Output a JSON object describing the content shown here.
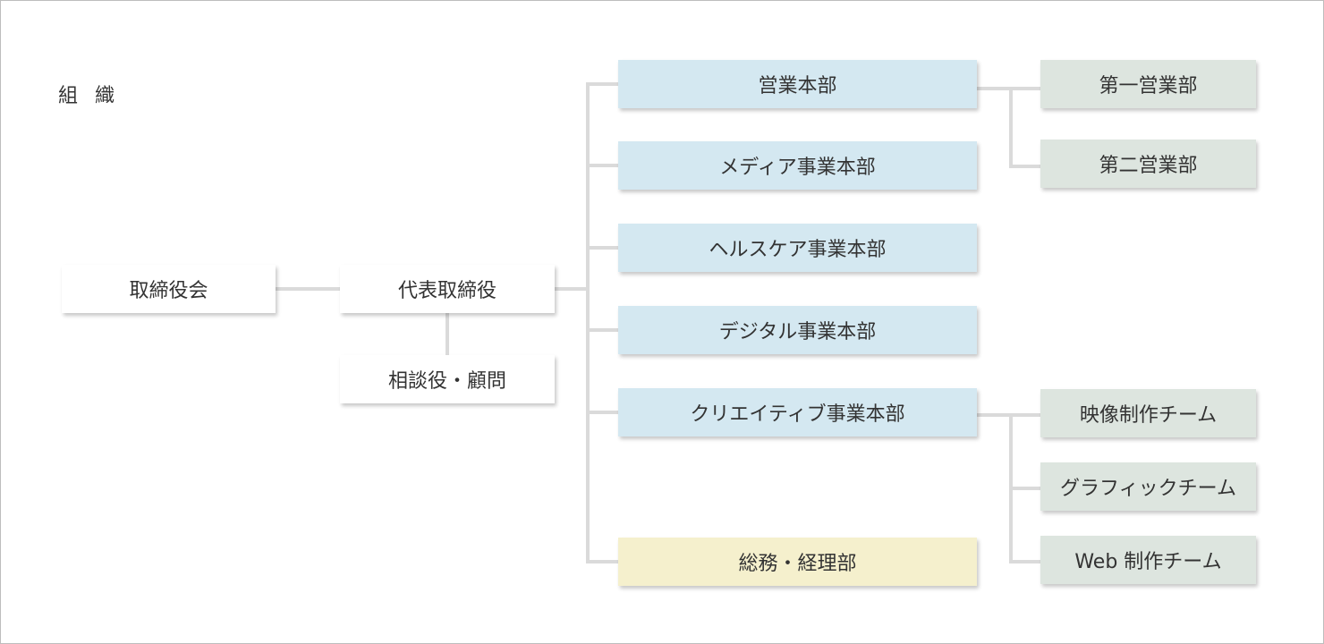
{
  "title": "組 織",
  "nodes": {
    "board": "取締役会",
    "ceo": "代表取締役",
    "advisor": "相談役・顧問",
    "sales_hq": "営業本部",
    "media_hq": "メディア事業本部",
    "healthcare_hq": "ヘルスケア事業本部",
    "digital_hq": "デジタル事業本部",
    "creative_hq": "クリエイティブ事業本部",
    "general_affairs": "総務・経理部",
    "sales_dept_1": "第一営業部",
    "sales_dept_2": "第二営業部",
    "video_team": "映像制作チーム",
    "graphic_team": "グラフィックチーム",
    "web_team": "Web 制作チーム"
  },
  "colors": {
    "headquarters": "#d4e8f1",
    "sub_departments": "#dde5df",
    "general_affairs": "#f5f0cd",
    "connector": "#dadada",
    "text": "#333333"
  }
}
